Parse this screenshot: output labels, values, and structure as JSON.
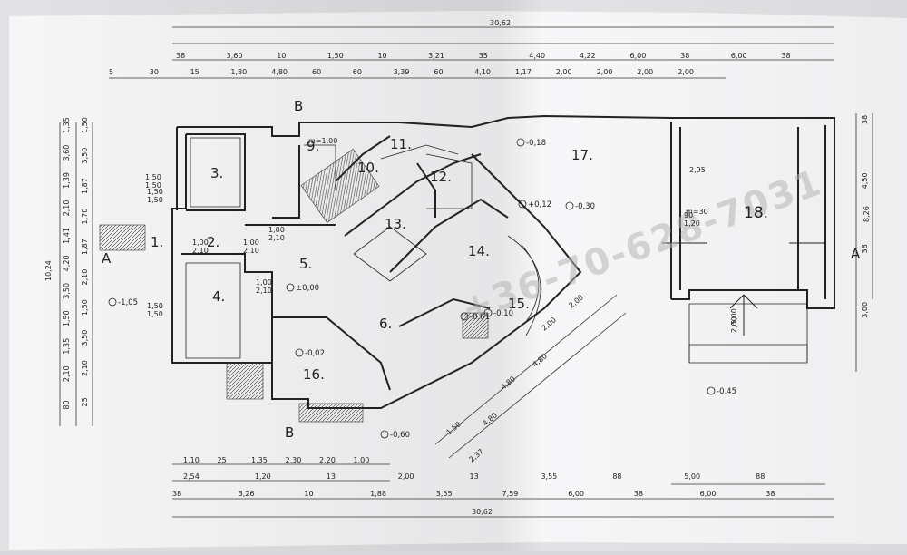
{
  "plan": {
    "overall_top": "30,62",
    "overall_bottom": "30,62",
    "height_left": "10,24",
    "height_right": "8,26",
    "section_a_left": "A",
    "section_a_right": "A",
    "section_b_top": "B",
    "section_b_bottom": "B"
  },
  "top_dims_row1": [
    "38",
    "3,60",
    "10",
    "1,50",
    "10",
    "3,21",
    "35",
    "4,40",
    "4,22",
    "6,00",
    "38",
    "6,00",
    "38"
  ],
  "top_dims_row2": [
    "5",
    "30",
    "15",
    "1,80",
    "4,80",
    "60",
    "60",
    "3,39",
    "60",
    "4,10",
    "1,17",
    "2,00",
    "2,00",
    "2,00",
    "2,00"
  ],
  "bottom_dims_row1": [
    "1,10",
    "25",
    "1,35",
    "2,30",
    "2,20",
    "1,00"
  ],
  "bottom_dims_row2": [
    "2,54",
    "1,20",
    "13",
    "2,00",
    "13",
    "3,55",
    "88",
    "5,00",
    "88"
  ],
  "bottom_dims_row3": [
    "38",
    "3,26",
    "10",
    "1,88",
    "3,55",
    "7,59",
    "6,00",
    "38",
    "6,00",
    "38"
  ],
  "left_dims": [
    "1,35",
    "3,60",
    "1,39",
    "2,10",
    "1,41",
    "4,20",
    "3,50",
    "1,50",
    "1,35",
    "2,10",
    "80"
  ],
  "left_dims_inner": [
    "1,50",
    "3,50",
    "1,87",
    "1,70",
    "1,87",
    "2,10",
    "1,50",
    "3,50",
    "2,10",
    "25"
  ],
  "right_dims": [
    "38",
    "4,50",
    "38",
    "3,00"
  ],
  "diag_dims": [
    "2,00",
    "2,00",
    "4,80",
    "4,80",
    "4,80",
    "1,50",
    "2,37"
  ],
  "rooms": [
    "1.",
    "2.",
    "3.",
    "4.",
    "5.",
    "6.",
    "9.",
    "10.",
    "11.",
    "12.",
    "13.",
    "14.",
    "15.",
    "16.",
    "17.",
    "18."
  ],
  "levels": [
    "-1,05",
    "±0,00",
    "-0,02",
    "-0,60",
    "-0,45",
    "-0,18",
    "-0,30",
    "+0,12",
    "-0,10",
    "-0,61"
  ],
  "openings": [
    "1,50\n1,50",
    "1,00\n2,10",
    "1,00\n2,10",
    "1,50\n1,50",
    "1,50\n1,50",
    "1,00\n2,10",
    "1,00\n2,10",
    "90\n1,20",
    "5,00\n2,00",
    "m=1,00",
    "m=30",
    "2,95"
  ],
  "watermark": "+36-70-628-7031"
}
